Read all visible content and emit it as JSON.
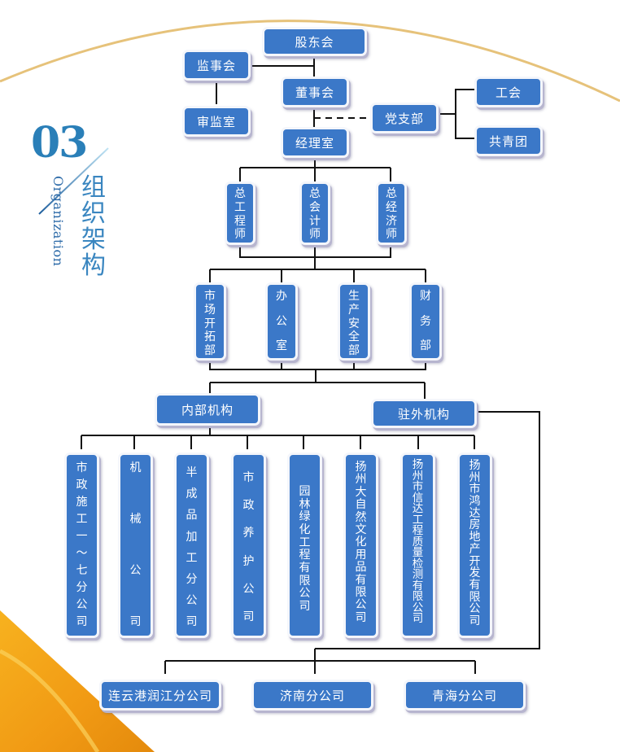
{
  "section": {
    "number": "03",
    "title_cn": "组织架构",
    "title_en": "Organization"
  },
  "colors": {
    "box_fill": "#3b78c8",
    "box_text": "#ffffff",
    "connector": "#111111",
    "accent_gold": "#e6c27a",
    "title_blue": "#2a7fb8",
    "corner_orange": "#f4a21c"
  },
  "org": {
    "shareholders": "股东会",
    "supervisory_board": "监事会",
    "audit_office": "审监室",
    "board_of_directors": "董事会",
    "party_branch": "党支部",
    "trade_union": "工会",
    "youth_league": "共青团",
    "manager_office": "经理室",
    "chiefs": [
      {
        "label": "总工程师"
      },
      {
        "label": "总会计师"
      },
      {
        "label": "总经济师"
      }
    ],
    "departments": [
      {
        "label": "市场开拓部"
      },
      {
        "label": "办公室"
      },
      {
        "label": "生产安全部"
      },
      {
        "label": "财务部"
      }
    ],
    "internal": "内部机构",
    "external": "驻外机构",
    "subsidiaries": [
      {
        "label": "市政施工一～七分公司"
      },
      {
        "label": "机械公司"
      },
      {
        "label": "半成品加工分公司"
      },
      {
        "label": "市政养护公司"
      },
      {
        "label": "园林绿化工程有限公司"
      },
      {
        "label": "扬州大自然文化用品有限公司"
      },
      {
        "label": "扬州市信达工程质量检测有限公司"
      },
      {
        "label": "扬州市鸿达房地产开发有限公司"
      }
    ],
    "branches": [
      {
        "label": "连云港润江分公司"
      },
      {
        "label": "济南分公司"
      },
      {
        "label": "青海分公司"
      }
    ]
  }
}
